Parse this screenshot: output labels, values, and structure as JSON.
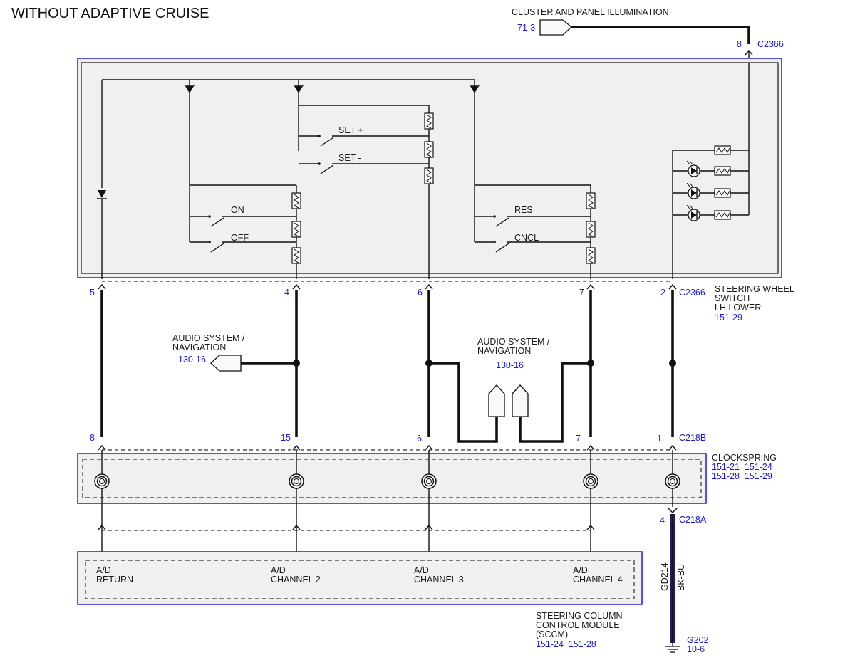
{
  "title": "WITHOUT ADAPTIVE CRUISE",
  "illumination": {
    "label": "CLUSTER AND PANEL ILLUMINATION",
    "ref": "71-3",
    "pin": "8",
    "connector": "C2366"
  },
  "switch_module": {
    "labels": [
      "STEERING WHEEL",
      "SWITCH",
      "LH LOWER"
    ],
    "ref": "151-29",
    "connector": "C2366",
    "switches": {
      "on": "ON",
      "off": "OFF",
      "set_plus": "SET +",
      "set_minus": "SET -",
      "res": "RES",
      "cncl": "CNCL"
    }
  },
  "c2366_pins": [
    "5",
    "4",
    "6",
    "7",
    "2"
  ],
  "c218b": {
    "connector": "C218B",
    "pins": [
      "8",
      "15",
      "6",
      "7",
      "1"
    ]
  },
  "audio_left": {
    "label1": "AUDIO SYSTEM /",
    "label2": "NAVIGATION",
    "ref": "130-16"
  },
  "audio_center": {
    "label1": "AUDIO SYSTEM /",
    "label2": "NAVIGATION",
    "ref": "130-16"
  },
  "clockspring": {
    "label": "CLOCKSPRING",
    "refs_row1": "151-21  151-24",
    "refs_row2": "151-28  151-29"
  },
  "c218a": {
    "connector": "C218A",
    "pin": "4"
  },
  "ground": {
    "circuit": "GD214",
    "color": "BK-BU",
    "name": "G202",
    "ref": "10-6"
  },
  "sccm": {
    "channels": [
      {
        "line1": "A/D",
        "line2": "RETURN"
      },
      {
        "line1": "A/D",
        "line2": "CHANNEL 2"
      },
      {
        "line1": "A/D",
        "line2": "CHANNEL 3"
      },
      {
        "line1": "A/D",
        "line2": "CHANNEL 4"
      }
    ],
    "labels": [
      "STEERING COLUMN",
      "CONTROL MODULE",
      "(SCCM)"
    ],
    "refs": "151-24  151-28"
  },
  "colors": {
    "ref_blue": "#1a1ad6",
    "box_outline": "#2a2ad8",
    "box_fill": "#f0f0f0"
  }
}
